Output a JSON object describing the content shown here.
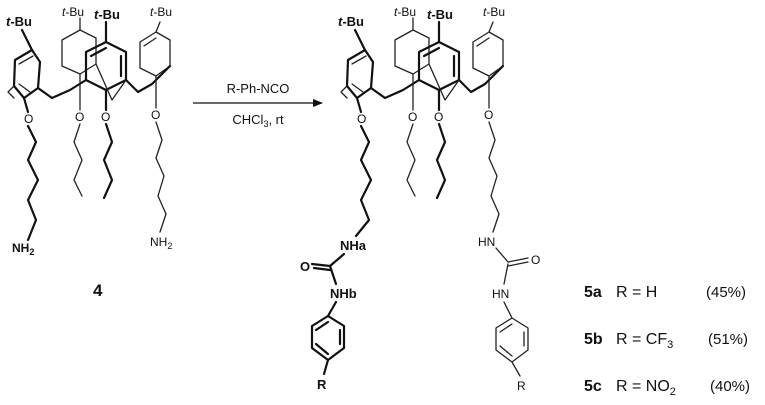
{
  "reactant": {
    "tbu": [
      "t-Bu",
      "t-Bu",
      "t-Bu",
      "t-Bu"
    ],
    "amine_left": "NH2",
    "amine_right": "NH2",
    "compound_number": "4"
  },
  "reaction": {
    "reagent": "R-Ph-NCO",
    "conditions": "CHCl3, rt"
  },
  "product": {
    "tbu": [
      "t-Bu",
      "t-Bu",
      "t-Bu",
      "t-Bu"
    ],
    "nh_a": "NHa",
    "nh_b": "NHb",
    "nh_right_top": "HN",
    "nh_right_bottom": "HN",
    "oxygen": "O",
    "r_left": "R",
    "r_right": "R"
  },
  "compounds": [
    {
      "id": "5a",
      "formula": "R = H",
      "yield": "(45%)"
    },
    {
      "id": "5b",
      "formula": "R = CF3",
      "yield": "(51%)"
    },
    {
      "id": "5c",
      "formula": "R = NO2",
      "yield": "(40%)"
    }
  ]
}
